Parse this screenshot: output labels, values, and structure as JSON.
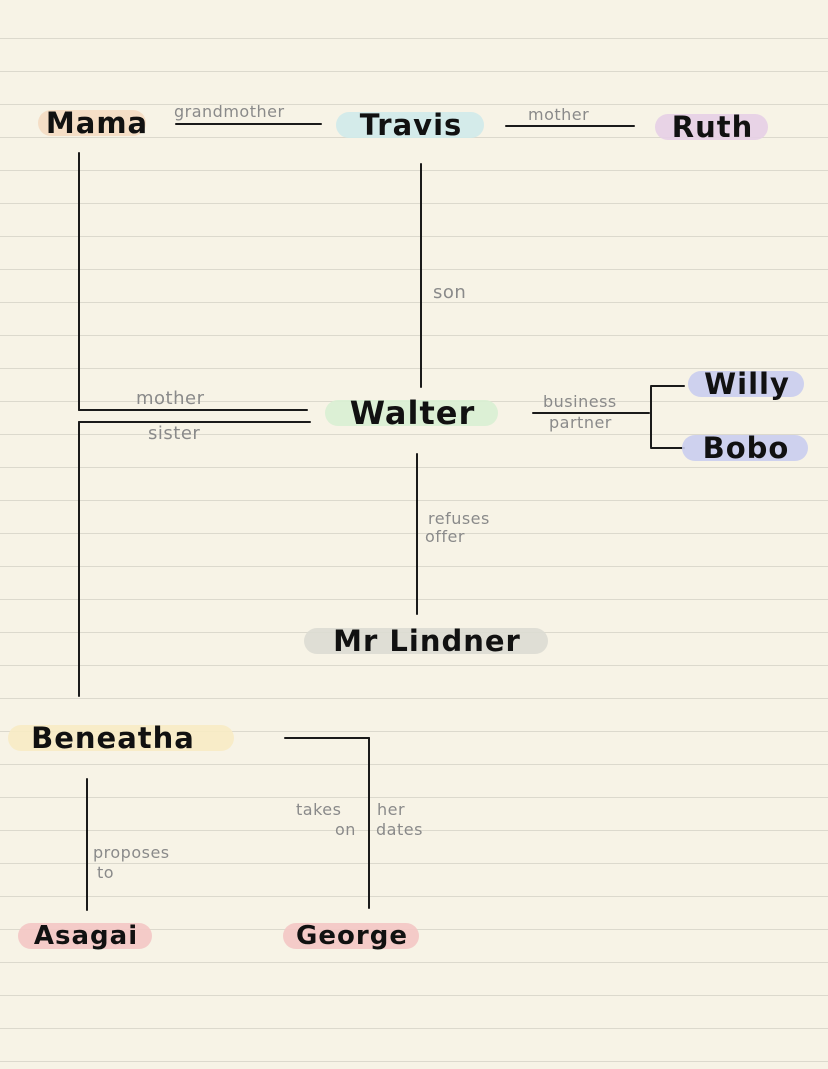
{
  "nodes": {
    "mama": {
      "label": "Mama",
      "color": "#f4dcc2"
    },
    "travis": {
      "label": "Travis",
      "color": "#cfeaea"
    },
    "ruth": {
      "label": "Ruth",
      "color": "#e6cfe6"
    },
    "walter": {
      "label": "Walter",
      "color": "#d8efd3"
    },
    "willy": {
      "label": "Willy",
      "color": "#c9cdee"
    },
    "bobo": {
      "label": "Bobo",
      "color": "#c9cdee"
    },
    "lindner": {
      "label": "Mr Lindner",
      "color": "#dcdcd3"
    },
    "beneatha": {
      "label": "Beneatha",
      "color": "#f7ebc4"
    },
    "asagai": {
      "label": "Asagai",
      "color": "#f3c7c4"
    },
    "george": {
      "label": "George",
      "color": "#f3c7c4"
    }
  },
  "edges": {
    "mama_travis": "grandmother",
    "travis_ruth": "mother",
    "travis_walter": "son",
    "mama_walter": "mother",
    "walter_beneatha": "sister",
    "walter_partners_1": "business",
    "walter_partners_2": "partner",
    "walter_lindner_1": "refuses",
    "walter_lindner_2": "offer",
    "beneatha_asagai_1": "proposes",
    "beneatha_asagai_2": "to",
    "beneatha_george_1": "takes",
    "beneatha_george_2": "her",
    "beneatha_george_3": "on",
    "beneatha_george_4": "dates"
  },
  "colors": {
    "line": "#1a1a1a",
    "edge_label": "#8a8a8a",
    "paper": "#f7f3e6",
    "rule": "#dcd9cd"
  }
}
